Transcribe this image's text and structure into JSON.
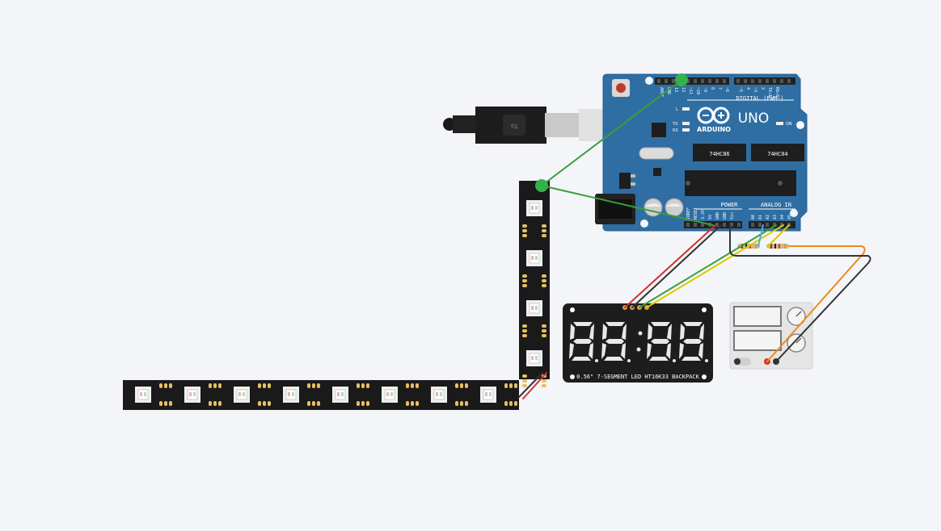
{
  "arduino": {
    "logo_text": "ARDUINO",
    "model": "UNO",
    "digital_label": "DIGITAL (PWM~)",
    "power_label": "POWER",
    "analog_label": "ANALOG IN",
    "on_label": "ON",
    "l_label": "L",
    "tx_label": "TX",
    "rx_label": "RX",
    "chip1": "74HC86",
    "chip2": "74HC04",
    "top_pins": [
      "AREF",
      "GND",
      "13",
      "12",
      "~11",
      "~10",
      "~9",
      "8",
      "7",
      "~6",
      "~5",
      "4",
      "~3",
      "2",
      "TX→1",
      "RX←0"
    ],
    "bottom_pins": [
      "IOREF",
      "RESET",
      "3.3V",
      "5V",
      "GND",
      "GND",
      "Vin",
      "A0",
      "A1",
      "A2",
      "A3",
      "A4",
      "A5"
    ]
  },
  "display": {
    "caption": "0.56\" 7-SEGMENT LED HT16K33 BACKPACK",
    "digits": "88:88"
  },
  "led_strip": {
    "pixel_count_vertical": 4,
    "pixel_count_horizontal": 8
  },
  "colors": {
    "board": "#2f6ea3",
    "wire_red": "#d32f2f",
    "wire_black": "#333333",
    "wire_green": "#3a9e3a",
    "wire_yellow": "#e0c800",
    "wire_orange": "#ef8a1a",
    "node_green": "#34b24a"
  }
}
